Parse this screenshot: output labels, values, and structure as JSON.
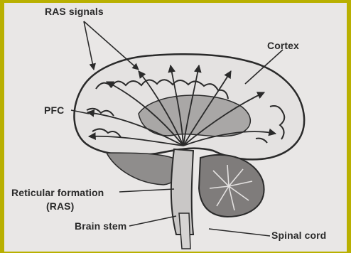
{
  "labels": {
    "ras_signals": "RAS signals",
    "cortex": "Cortex",
    "pfc": "PFC",
    "reticular_formation_line1": "Reticular formation",
    "reticular_formation_line2": "(RAS)",
    "brain_stem": "Brain stem",
    "spinal_cord": "Spinal cord"
  },
  "colors": {
    "frame": "#b9b000",
    "paper": "#e9e7e6",
    "ink": "#2a2a2a",
    "inner_shade": "#9c9a99",
    "cerebellum": "#7f7c7b"
  }
}
